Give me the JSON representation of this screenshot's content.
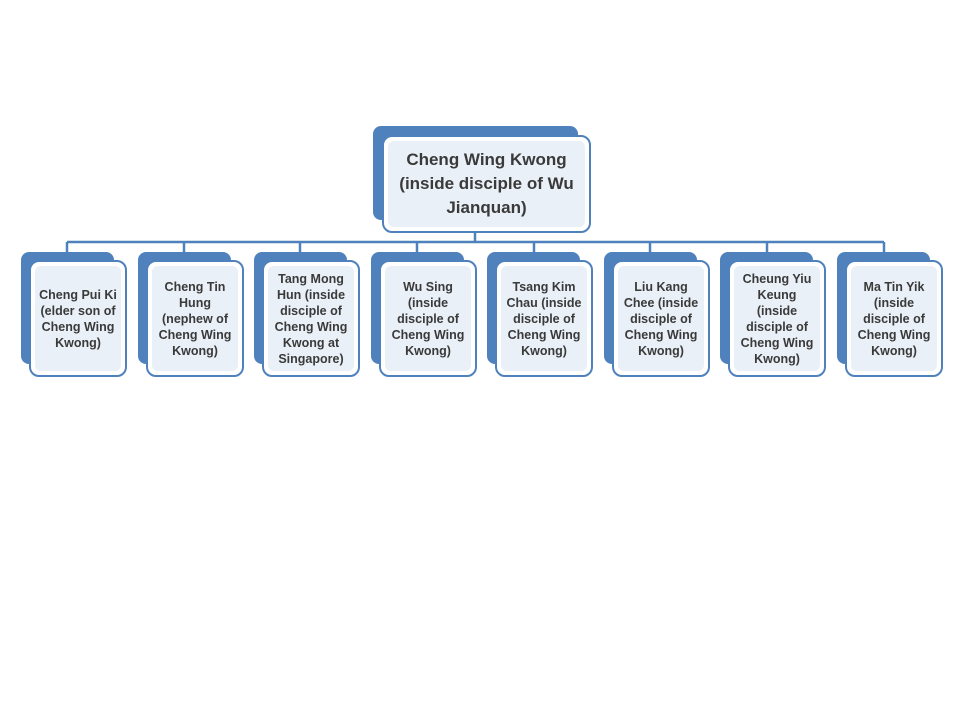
{
  "colors": {
    "accent": "#4f81bd",
    "fill": "#eaf0f7",
    "text": "#3a3a3a"
  },
  "root": {
    "label": "Cheng Wing Kwong (inside disciple of Wu Jianquan)"
  },
  "children": [
    {
      "label": "Cheng Pui Ki (elder son of Cheng Wing Kwong)"
    },
    {
      "label": "Cheng Tin Hung (nephew of Cheng Wing Kwong)"
    },
    {
      "label": "Tang Mong Hun (inside disciple of Cheng Wing Kwong at Singapore)"
    },
    {
      "label": "Wu Sing (inside disciple of Cheng Wing Kwong)"
    },
    {
      "label": "Tsang Kim Chau (inside disciple of Cheng Wing Kwong)"
    },
    {
      "label": "Liu Kang Chee (inside disciple of Cheng Wing Kwong)"
    },
    {
      "label": "Cheung Yiu Keung (inside disciple of Cheng Wing Kwong)"
    },
    {
      "label": "Ma Tin Yik (inside disciple of Cheng Wing Kwong)"
    }
  ]
}
